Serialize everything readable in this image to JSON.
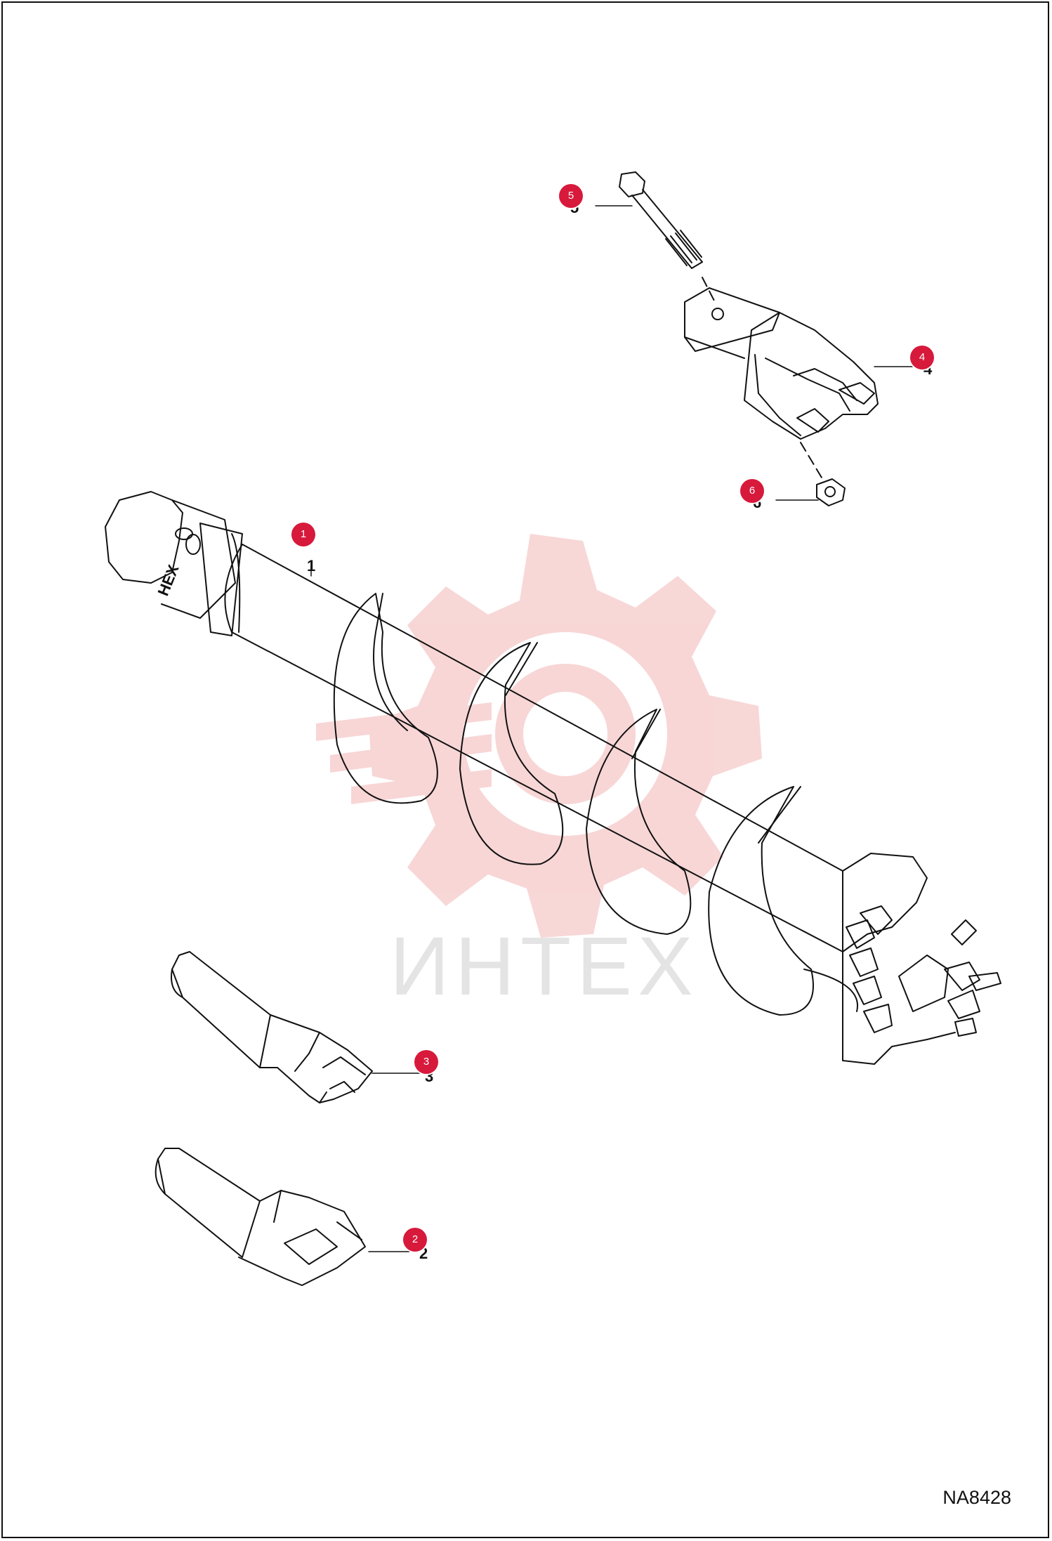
{
  "diagram": {
    "drawing_code": "NA8428",
    "watermark_text": "ИНТЕХ",
    "colors": {
      "callout": "#d7193b",
      "watermark_gear": "#f7d0d0",
      "watermark_text": "#e4e4e4",
      "line": "#111111"
    },
    "parts": [
      {
        "id": "1",
        "callout": "1",
        "label": "1"
      },
      {
        "id": "2",
        "callout": "2",
        "label": "2"
      },
      {
        "id": "3",
        "callout": "3",
        "label": "3"
      },
      {
        "id": "4",
        "callout": "4",
        "label": "4"
      },
      {
        "id": "5",
        "callout": "5",
        "label": "5"
      },
      {
        "id": "6",
        "callout": "6",
        "label": "6"
      }
    ],
    "shaft_marking": "HEX"
  }
}
